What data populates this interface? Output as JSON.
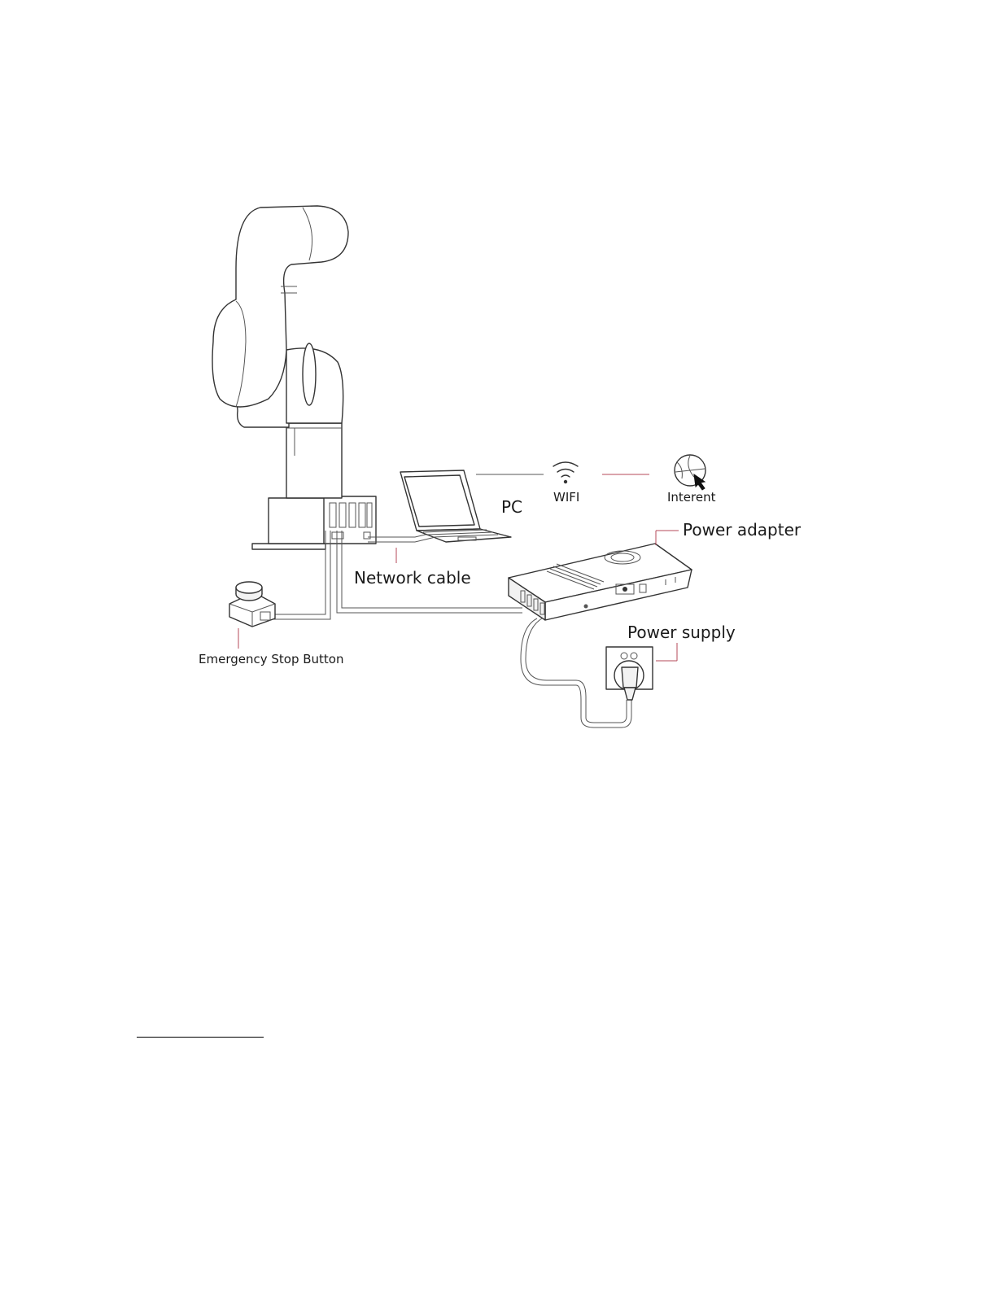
{
  "diagram": {
    "labels": {
      "pc": "PC",
      "wifi": "WIFI",
      "internet": "Interent",
      "power_adapter": "Power adapter",
      "network_cable": "Network cable",
      "power_supply": "Power supply",
      "emergency_stop": "Emergency Stop Button"
    },
    "colors": {
      "leader_line": "#b5485a",
      "outline": "#333333",
      "cable": "#555555"
    },
    "icons": [
      "robot-arm-icon",
      "laptop-icon",
      "wifi-icon",
      "globe-cursor-icon",
      "power-adapter-icon",
      "wall-socket-icon",
      "plug-icon",
      "emergency-stop-icon"
    ]
  }
}
